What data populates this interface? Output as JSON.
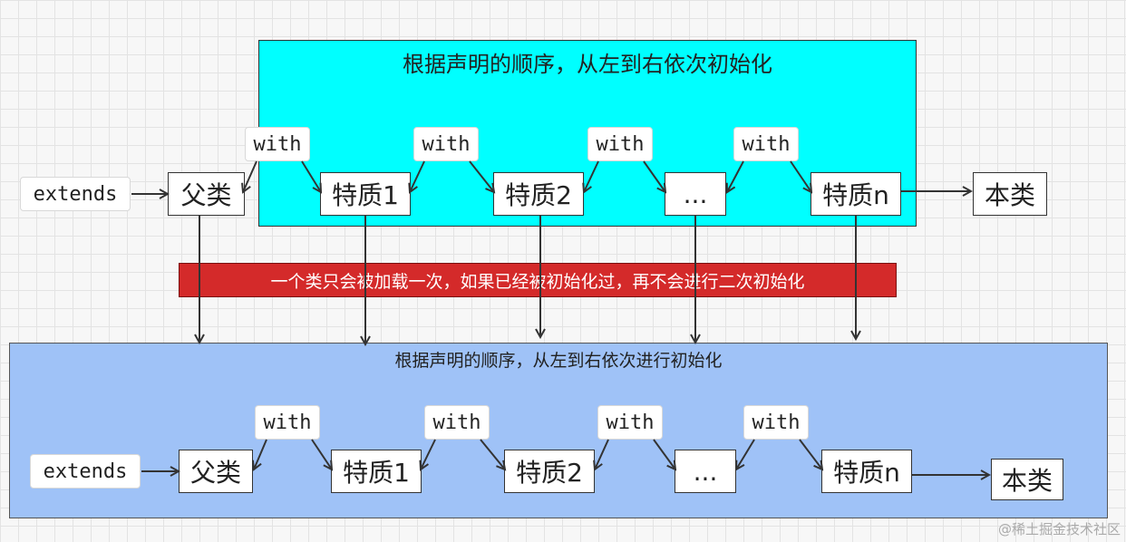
{
  "top": {
    "title": "根据声明的顺序，从左到右依次初始化",
    "extends": "extends",
    "parent": "父类",
    "trait1": "特质1",
    "trait2": "特质2",
    "ellipsis": "...",
    "traitn": "特质n",
    "self": "本类",
    "with": "with"
  },
  "banner": "一个类只会被加载一次，如果已经被初始化过，再不会进行二次初始化",
  "bottom": {
    "title": "根据声明的顺序，从左到右依次进行初始化",
    "extends": "extends",
    "parent": "父类",
    "trait1": "特质1",
    "trait2": "特质2",
    "ellipsis": "...",
    "traitn": "特质n",
    "self": "本类",
    "with": "with"
  },
  "watermark": "@稀土掘金技术社区",
  "colors": {
    "top_panel": "#00ffff",
    "bottom_panel": "#9fc2f7",
    "banner": "#d42a2a"
  }
}
